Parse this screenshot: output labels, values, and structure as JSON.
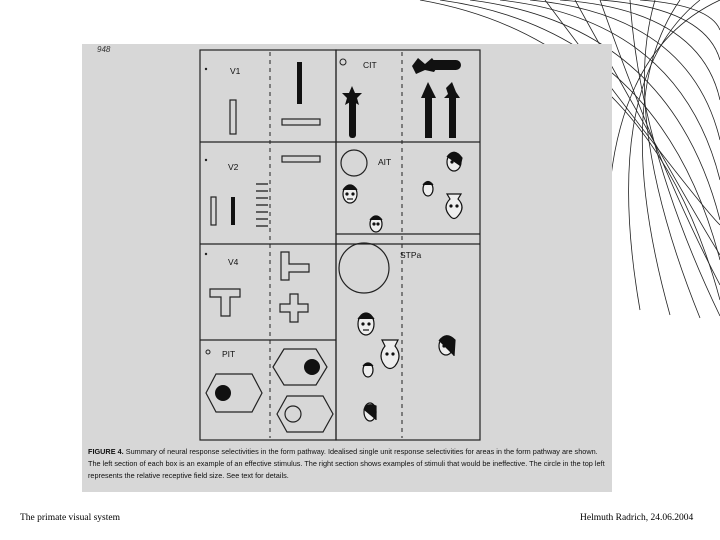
{
  "figure": {
    "page_number": "948",
    "areas": {
      "v1": "V1",
      "v2": "V2",
      "v4": "V4",
      "pit": "PIT",
      "cit": "CIT",
      "ait": "AIT",
      "stpa": "STPa"
    },
    "caption_label": "FIGURE 4.",
    "caption_text": "Summary of neural response selectivities in the form pathway. Idealised single unit response selectivities for areas in the form pathway are shown. The left section of each box is an example of an effective stimulus. The right section shows examples of stimuli that would be ineffective. The circle in the top left represents the relative receptive field size. See text for details."
  },
  "footer": {
    "title": "The primate visual system",
    "author_date": "Helmuth Radrich, 24.06.2004"
  }
}
